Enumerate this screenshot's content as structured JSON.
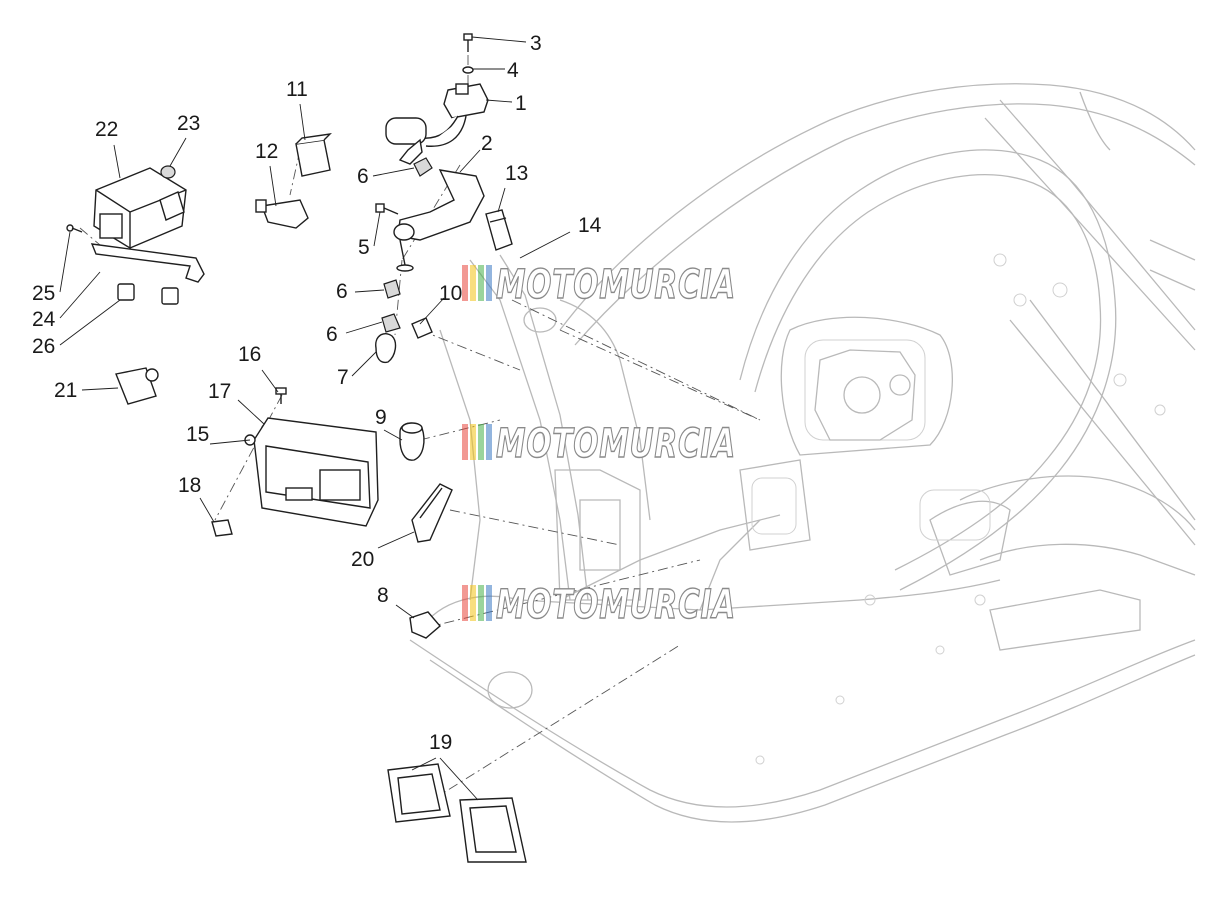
{
  "diagram": {
    "callouts": [
      "1",
      "2",
      "3",
      "4",
      "5",
      "6",
      "6",
      "6",
      "7",
      "8",
      "9",
      "10",
      "11",
      "12",
      "13",
      "14",
      "15",
      "16",
      "17",
      "18",
      "19",
      "20",
      "21",
      "22",
      "23",
      "24",
      "25",
      "26"
    ],
    "watermark": {
      "text": "MOTOMURCIA",
      "stripe_colors": [
        "#e8453c",
        "#f3c316",
        "#49b04a",
        "#3a78c3"
      ]
    }
  }
}
